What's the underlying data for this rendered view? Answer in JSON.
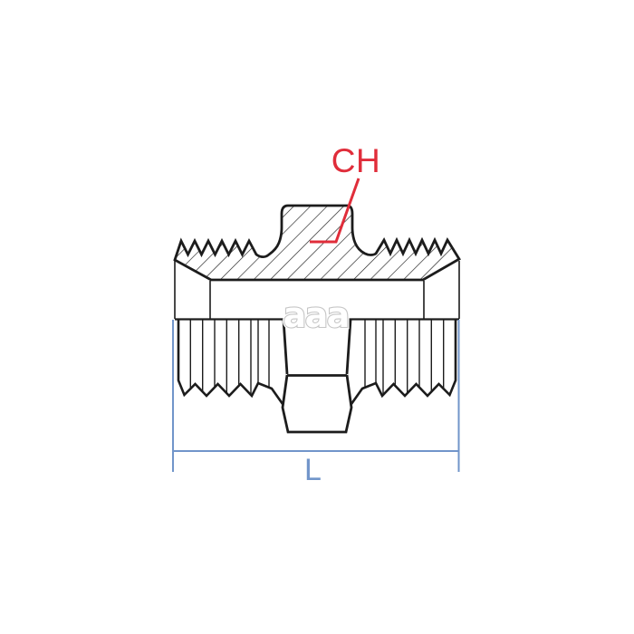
{
  "diagram": {
    "labels": {
      "hex_width_callout": "CH",
      "length_dimension": "L",
      "watermark_letters": [
        "a",
        "a",
        "a"
      ]
    },
    "colors": {
      "ink": "#1c1c1c",
      "callout_red": "#e02d3a",
      "dimension_blue": "#7195ca",
      "watermark_gray": "#c6c6c6",
      "background": "#ffffff"
    }
  }
}
